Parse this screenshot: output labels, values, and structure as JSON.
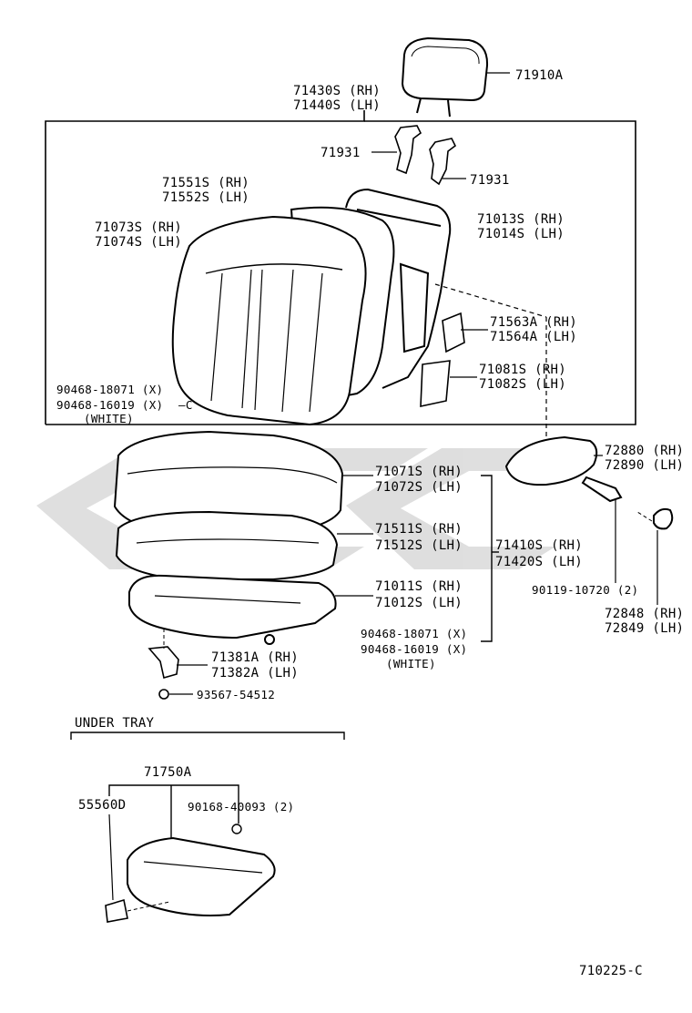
{
  "diagram": {
    "part_labels": {
      "headrest": "71910A",
      "headrest_support_rh": "71430S (RH)",
      "headrest_support_lh": "71440S (LH)",
      "guide_upper": "71931",
      "guide_lower": "71931",
      "back_pad_rh": "71551S (RH)",
      "back_pad_lh": "71552S (LH)",
      "back_cover_rh": "71073S (RH)",
      "back_cover_lh": "71074S (LH)",
      "back_frame_rh": "71013S (RH)",
      "back_frame_lh": "71014S (LH)",
      "back_clip_rh": "71563A (RH)",
      "back_clip_lh": "71564A (LH)",
      "back_board_rh": "71081S (RH)",
      "back_board_lh": "71082S (LH)",
      "hog_ring_a": "90468-18071 (X)",
      "hog_ring_b": "90468-16019 (X)",
      "white_a": "(WHITE)",
      "armrest_rh": "72880 (RH)",
      "armrest_lh": "72890 (LH)",
      "cushion_cover_rh": "71071S (RH)",
      "cushion_cover_lh": "71072S (LH)",
      "cushion_pad_rh": "71511S (RH)",
      "cushion_pad_lh": "71512S (LH)",
      "cushion_assy_rh": "71410S (RH)",
      "cushion_assy_lh": "71420S (LH)",
      "cushion_frame_rh": "71011S (RH)",
      "cushion_frame_lh": "71012S (LH)",
      "bolt": "90119-10720 (2)",
      "cap_rh": "72848 (RH)",
      "cap_lh": "72849 (LH)",
      "hog_ring_c": "90468-18071 (X)",
      "hog_ring_d": "90468-16019 (X)",
      "white_b": "(WHITE)",
      "bracket_rh": "71381A (RH)",
      "bracket_lh": "71382A (LH)",
      "screw": "93567-54512",
      "under_tray_title": "UNDER TRAY",
      "tray_assy": "71750A",
      "tray_clip": "55560D",
      "tray_screw": "90168-40093 (2)",
      "figure_code": "710225-C"
    }
  }
}
